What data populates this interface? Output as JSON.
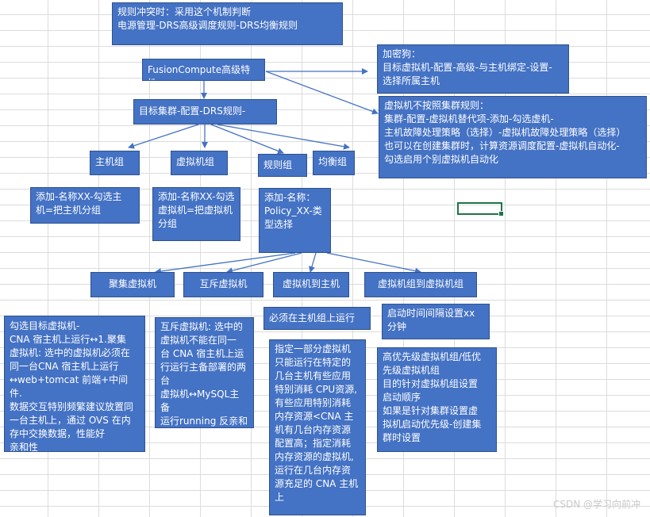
{
  "colors": {
    "box_fill": "#4472c4",
    "box_border": "#2f528f",
    "text": "#ffffff",
    "arrow": "#4472c4",
    "selection": "#217346"
  },
  "nodes": {
    "conflict": "规则冲突时：采用这个机制判断\n电源管理-DRS高级调度规则-DRS均衡规则",
    "root": "FusionCompute高级特性",
    "dongle": "加密狗：\n目标虚拟机-配置-高级-与主机绑定-设置-\n选择所属主机",
    "target_cluster": "目标集群-配置-DRS规则-",
    "vm_not_cluster": "虚拟机不按照集群规则：\n集群-配置-虚拟机替代项-添加-勾选虚机-\n主机故障处理策略（选择）-虚拟机故障处理策略（选择）\n也可以在创建集群时，计算资源调度配置-虚拟机自动化-\n勾选启用个别虚拟机自动化",
    "host_group": "主机组",
    "vm_group": "虚拟机组",
    "rule_group": "规则组",
    "balance_group": "均衡组",
    "host_group_desc": "添加-名称XX-勾选主\n机=把主机分组",
    "vm_group_desc": "添加-名称XX-勾选\n虚拟机=把虚拟机\n分组",
    "rule_group_desc": "添加-名称：\nPolicy_XX-类\n型选择",
    "aggregate": "聚集虚拟机",
    "mutex": "互斥虚拟机",
    "vm_to_host": "虚拟机到主机",
    "vmgroup_to_vmgroup": "虚拟机组到虚拟机组",
    "aggregate_desc": "勾选目标虚拟机-\nCNA 宿主机上运行↔1.聚集\n虚拟机: 选中的虚拟机必须在\n同一台CNA 宿主机上运行\n↔web+tomcat 前端+中间件.\n数据交互特别频繁建议放置同\n一台主机上，通过 OVS 在内\n存中交换数据，性能好\n亲和性",
    "mutex_desc": "互斥虚拟机: 选中的\n虚拟机不能在同一\n台 CNA 宿主机上运\n行运行主备部署的两台\n虚拟机↔MySQL主备\n运行running 反亲和\n性",
    "must_run": "必须在主机组上运行",
    "must_run_desc": "指定一部分虚拟机\n只能运行在特定的\n几台主机有些应用\n特别消耗 CPU资源,\n有些应用特别消耗\n内存资源<CNA 主\n机有几台内存资源\n配置高；指定消耗\n内存资源的虚拟机,\n运行在几台内存资\n源充足的 CNA 主机\n上",
    "startup_interval": "启动时间间隔设置xx\n分钟",
    "priority_desc": "高优先级虚拟机组/低优\n先级虚拟机组\n目的针对虚拟机组设置\n启动顺序\n如果是针对集群设置虚\n拟机启动优先级-创建集\n群时设置"
  },
  "watermark": "CSDN @学习向前冲"
}
